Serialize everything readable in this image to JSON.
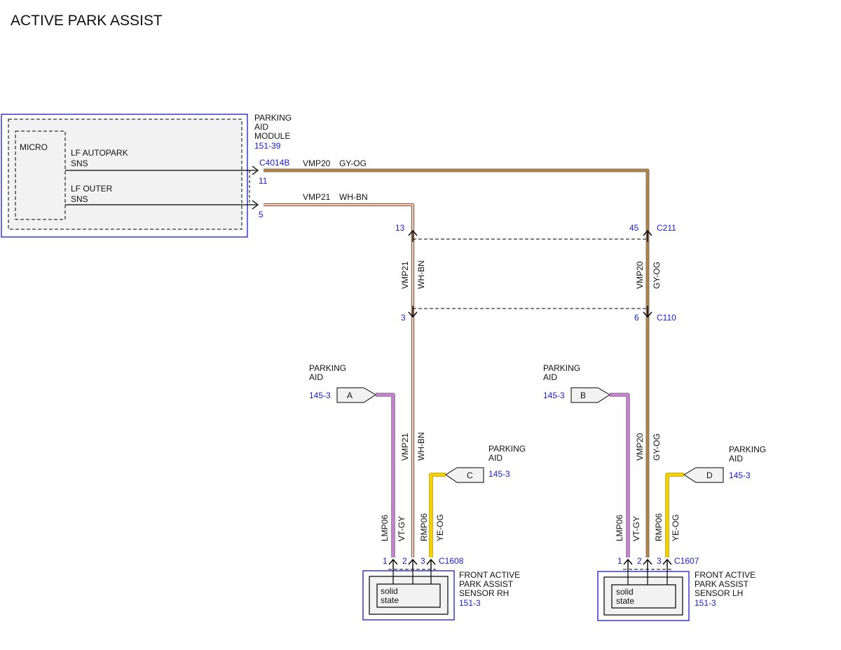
{
  "title": "ACTIVE PARK ASSIST",
  "colors": {
    "gy_og_center": "#c47f2c",
    "gy_og_edge": "#7b7b7b",
    "wh_bn_center": "#ffffff",
    "wh_bn_edge": "#a0522d",
    "vt_gy": "#cc7fd6",
    "ye_og": "#f2d800",
    "component_blue": "#2a2ad0",
    "component_fill": "#f2f2f2"
  },
  "module": {
    "name_lines": [
      "PARKING",
      "AID",
      "MODULE"
    ],
    "ref": "151-39",
    "micro_label": "MICRO",
    "connector": "C4014B",
    "signals": [
      {
        "lines": [
          "LF AUTOPARK",
          "SNS"
        ],
        "pin": "11",
        "circuit": "VMP20",
        "color": "GY-OG"
      },
      {
        "lines": [
          "LF OUTER",
          "SNS"
        ],
        "pin": "5",
        "circuit": "VMP21",
        "color": "WH-BN"
      }
    ]
  },
  "inline_connectors": [
    {
      "name": "C211",
      "pins": [
        "13",
        "45"
      ]
    },
    {
      "name": "C110",
      "pins": [
        "3",
        "6"
      ]
    }
  ],
  "vertical_labels": {
    "vmp21": "VMP21",
    "wh_bn": "WH-BN",
    "vmp20": "VMP20",
    "gy_og": "GY-OG",
    "lmp06": "LMP06",
    "rmp06": "RMP06",
    "vt_gy": "VT-GY",
    "ye_og": "YE-OG"
  },
  "parking_aid_refs": [
    {
      "letter": "A",
      "lines": [
        "PARKING",
        "AID"
      ],
      "ref": "145-3"
    },
    {
      "letter": "B",
      "lines": [
        "PARKING",
        "AID"
      ],
      "ref": "145-3"
    },
    {
      "letter": "C",
      "lines": [
        "PARKING",
        "AID"
      ],
      "ref": "145-3"
    },
    {
      "letter": "D",
      "lines": [
        "PARKING",
        "AID"
      ],
      "ref": "145-3"
    }
  ],
  "sensors": [
    {
      "connector": "C1608",
      "name_lines": [
        "FRONT ACTIVE",
        "PARK ASSIST",
        "SENSOR RH"
      ],
      "ref": "151-3",
      "inner_lines": [
        "solid",
        "state"
      ],
      "pins": [
        "1",
        "2",
        "3"
      ]
    },
    {
      "connector": "C1607",
      "name_lines": [
        "FRONT ACTIVE",
        "PARK ASSIST",
        "SENSOR LH"
      ],
      "ref": "151-3",
      "inner_lines": [
        "solid",
        "state"
      ],
      "pins": [
        "1",
        "2",
        "3"
      ]
    }
  ]
}
